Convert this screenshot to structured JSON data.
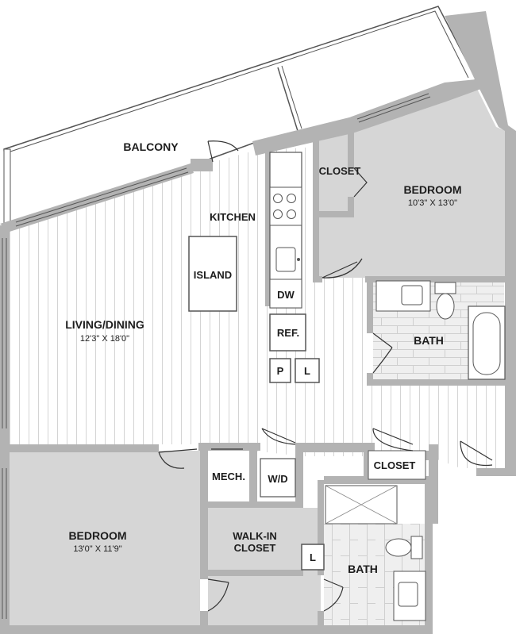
{
  "rooms": {
    "balcony": {
      "label": "BALCONY"
    },
    "kitchen": {
      "label": "KITCHEN"
    },
    "island": {
      "label": "ISLAND"
    },
    "dishwasher": {
      "label": "DW"
    },
    "refrigerator": {
      "label": "REF."
    },
    "pantry": {
      "label": "P"
    },
    "linen_upper": {
      "label": "L"
    },
    "living_dining": {
      "label": "LIVING/DINING",
      "dimensions": "12'3\" X 18'0\""
    },
    "bedroom_1": {
      "label": "BEDROOM",
      "dimensions": "10'3\" X 13'0\""
    },
    "closet_bedroom_1": {
      "label": "CLOSET"
    },
    "bath_1": {
      "label": "BATH"
    },
    "hall_closet": {
      "label": "CLOSET"
    },
    "mech": {
      "label": "MECH."
    },
    "washer_dryer": {
      "label": "W/D"
    },
    "bedroom_2": {
      "label": "BEDROOM",
      "dimensions": "13'0\" X 11'9\""
    },
    "walk_in_closet": {
      "label_line1": "WALK-IN",
      "label_line2": "CLOSET"
    },
    "linen_lower": {
      "label": "L"
    },
    "bath_2": {
      "label": "BATH"
    }
  },
  "colors": {
    "wall": "#b3b3b3",
    "carpet": "#d6d6d6",
    "tile": "#efefef",
    "floor_line": "#d4d4d4",
    "text": "#1d1d1d"
  }
}
